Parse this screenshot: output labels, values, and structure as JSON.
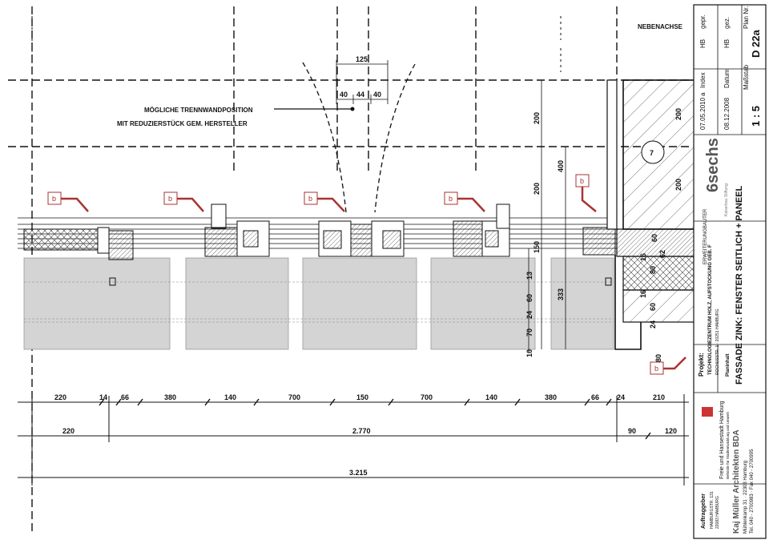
{
  "drawing": {
    "nebenachse": "NEBENACHSE",
    "callout_line1": "MÖGLICHE TRENNWANDPOSITION",
    "callout_line2": "MIT REDUZIERSTÜCK GEM. HERSTELLER",
    "marker_label": "b",
    "circle_label": "7",
    "top_dims": [
      "125",
      "40",
      "44",
      "40"
    ],
    "vertical_dims_right": [
      "200",
      "200",
      "400",
      "150",
      "333"
    ],
    "vertical_dims_mid": [
      "13",
      "60",
      "24",
      "70",
      "10"
    ],
    "wall_dims_a": [
      "200",
      "200"
    ],
    "wall_dims_b": [
      "60",
      "16",
      "80",
      "62",
      "16",
      "60",
      "24",
      "80"
    ],
    "dim_row1": [
      "220",
      "14",
      "66",
      "380",
      "140",
      "700",
      "150",
      "700",
      "140",
      "380",
      "66",
      "24",
      "210"
    ],
    "dim_row2": [
      "220",
      "2.770",
      "90",
      "120"
    ],
    "dim_row3": [
      "3.215"
    ]
  },
  "title_block": {
    "gez_label": "gez.",
    "gez_value": "HB",
    "gepr_label": "gepr.",
    "gepr_value": "HB",
    "plan_nr_label": "Plan Nr.",
    "plan_nr_value": "D 22a",
    "index_label": "Index",
    "index_value": "a",
    "index_date": "07.05.2010",
    "datum_label": "Datum",
    "datum_value": "08.12.2008",
    "massstab_label": "Maßstab",
    "massstab_value": "1 : 5",
    "logo_text": "6sechs",
    "logo_sub": "Kaiserbau Stiftung",
    "project_label": "Projekt:",
    "project_line1": "TECHNOLOGIEZENTRUM HOLZ, AUFSTOCKUNG GEB. F",
    "project_line2": "ROCHUSSTR. 1 · 20251 HAMBURG",
    "planinhalt_label": "Planinhalt",
    "planinhalt_value": "FASSADE ZINK: FENSTER SEITLICH + PANEEL",
    "ersteller_label": "ERWEITERUNGBAUTER",
    "city_text": "Freie und Hansestadt Hamburg",
    "city_sub": "Behörde für Stadtentwicklung und Umwelt",
    "architect_name": "Kaj Müller Architekten BDA",
    "architect_addr": "Mühlenkamp 31 · 22303 Hamburg",
    "architect_tel": "Tel. 040 - 2700983 · Fax 040 - 2700995",
    "auftraggeber_label": "Auftraggeber",
    "auftraggeber_line1": "HAMBURGSTR. 131",
    "auftraggeber_line2": "22083 HAMBURG"
  }
}
